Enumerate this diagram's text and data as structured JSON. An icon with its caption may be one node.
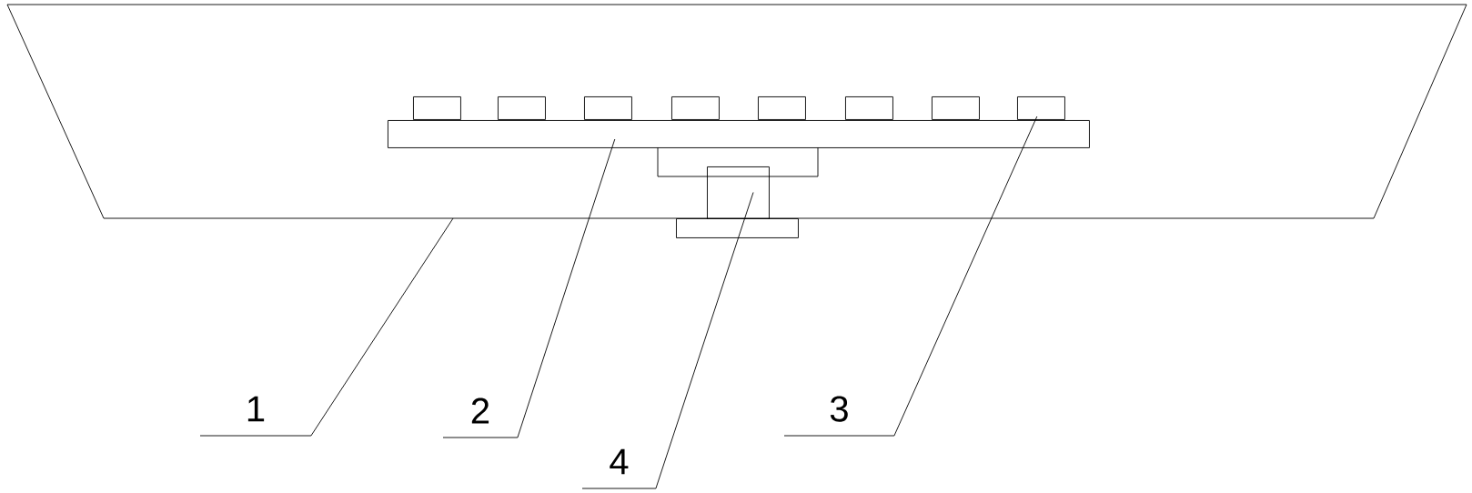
{
  "diagram": {
    "nodes": [
      {
        "text": [
          "1"
        ]
      },
      {
        "text": [
          "2"
        ]
      },
      {
        "text": [
          "3"
        ]
      },
      {
        "text": [
          "4"
        ]
      },
      {
        "text": [],
        "shape": "trapezoid"
      },
      {
        "text": [],
        "shape": "bar",
        "in": 4
      },
      {
        "text": [],
        "shape": "box",
        "in": 4
      },
      {
        "text": [],
        "shape": "box",
        "in": 4
      },
      {
        "text": [],
        "shape": "box",
        "in": 4
      },
      {
        "text": [],
        "shape": "box",
        "in": 4
      },
      {
        "text": [],
        "shape": "box",
        "in": 4
      },
      {
        "text": [],
        "shape": "box",
        "in": 4
      },
      {
        "text": [],
        "shape": "box",
        "in": 4
      },
      {
        "text": [],
        "shape": "box",
        "in": 4
      },
      {
        "text": [],
        "shape": "box",
        "in": 4
      },
      {
        "text": [],
        "shape": "box"
      }
    ],
    "edges": [
      {
        "from": 0,
        "to": 4,
        "arrow": "none"
      },
      {
        "from": 1,
        "to": 5,
        "arrow": "none"
      },
      {
        "from": 2,
        "to": 13,
        "arrow": "none"
      },
      {
        "from": 3,
        "to": 14,
        "arrow": "none"
      }
    ]
  }
}
